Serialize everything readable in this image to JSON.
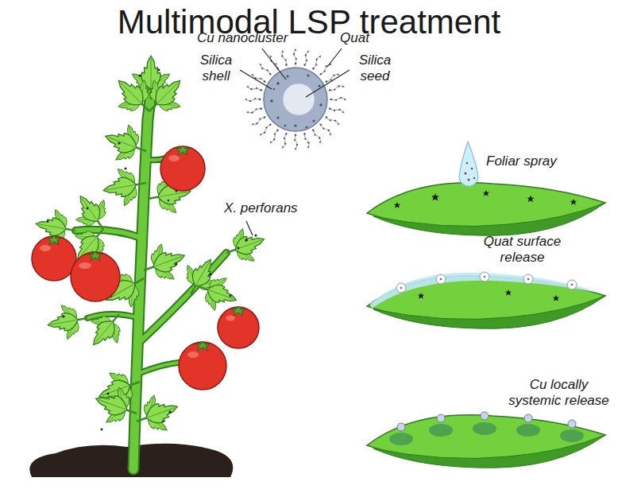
{
  "diagram": {
    "title": "Multimodal LSP treatment",
    "labels": [
      "Cu nanocluster",
      "Quat",
      "Silica shell",
      "Silica seed",
      "X. perforans",
      "Foliar spray",
      "Quat surface release",
      "Cu locally systemic release"
    ]
  }
}
